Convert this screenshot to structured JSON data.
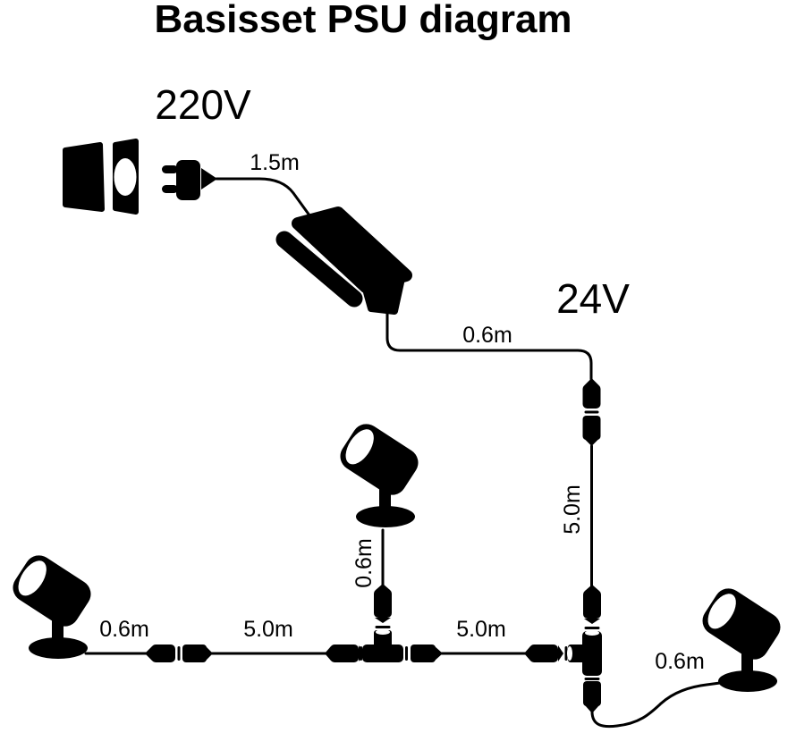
{
  "title": "Basisset PSU diagram",
  "colors": {
    "ink": "#000000",
    "background": "#ffffff"
  },
  "voltage_labels": {
    "mains": "220V",
    "low_voltage": "24V"
  },
  "cable_labels": {
    "mains_plug_cable": "1.5m",
    "psu_output_cable": "0.6m",
    "trunk_vertical_cable": "5.0m",
    "middle_spot_drop_cable": "0.6m",
    "left_spot_cable": "0.6m",
    "left_run_cable": "5.0m",
    "right_run_cable": "5.0m",
    "right_spot_cable": "0.6m"
  },
  "icons": {
    "wall_socket": "wall-socket-icon",
    "power_plug": "power-plug-icon",
    "psu": "psu-brick-icon",
    "spotlight": "spotlight-icon",
    "connector_pair": "cable-connector-icon",
    "tee_connector": "tee-connector-icon"
  }
}
